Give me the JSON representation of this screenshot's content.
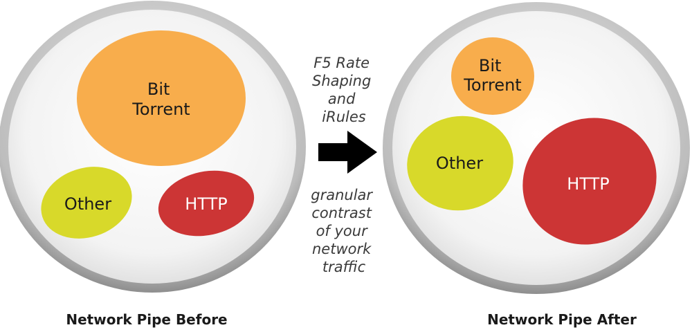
{
  "colors": {
    "bittorrent": "#f8ad4c",
    "other": "#d8d92a",
    "http": "#cc3535",
    "pipe_fill": "#f2f2f2",
    "pipe_rim": "#a7a7a7",
    "arrow": "#000000"
  },
  "before": {
    "caption": "Network Pipe Before",
    "bittorrent": [
      "Bit",
      "Torrent"
    ],
    "other": "Other",
    "http": "HTTP"
  },
  "after": {
    "caption": "Network Pipe After",
    "bittorrent": [
      "Bit",
      "Torrent"
    ],
    "other": "Other",
    "http": "HTTP"
  },
  "middle": {
    "top_lines": [
      "F5 Rate",
      "Shaping",
      "and",
      "iRules"
    ],
    "bottom_lines": [
      "granular",
      "contrast",
      "of your",
      "network",
      "traffic"
    ]
  }
}
